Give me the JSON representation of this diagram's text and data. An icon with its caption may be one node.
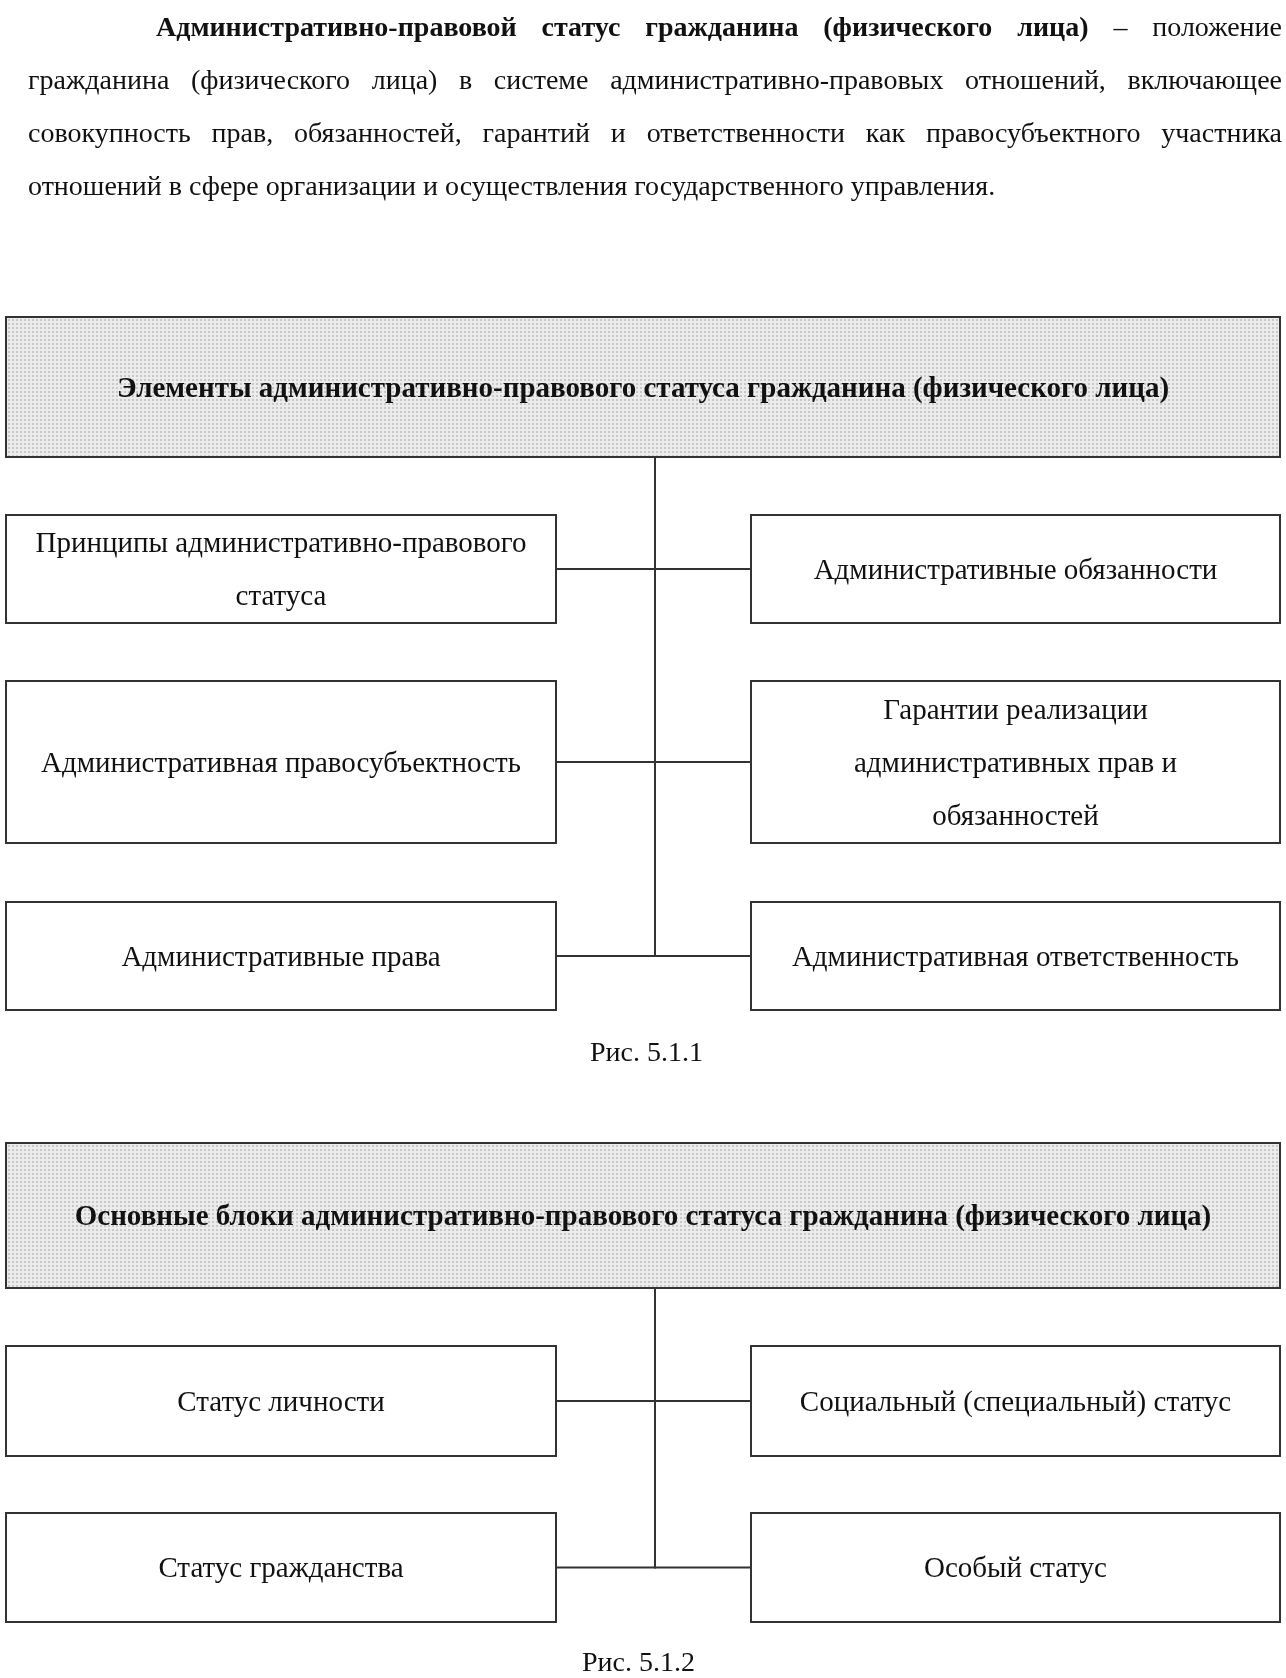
{
  "diagram": {
    "nodes": [
      {
        "text": [
          "Элементы административно-правового статуса гражданина (физического лица)"
        ]
      },
      {
        "text": [
          "Принципы административно-правового статуса"
        ]
      },
      {
        "text": [
          "Административные обязанности"
        ]
      },
      {
        "text": [
          "Административная правосубъектность"
        ]
      },
      {
        "text": [
          "Гарантии реализации административных прав и обязанностей"
        ]
      },
      {
        "text": [
          "Административные права"
        ]
      },
      {
        "text": [
          "Административная ответственность"
        ]
      },
      {
        "text": [
          "Основные блоки административно-правового статуса гражданина (физического лица)"
        ]
      },
      {
        "text": [
          "Статус личности"
        ]
      },
      {
        "text": [
          "Социальный (специальный) статус"
        ]
      },
      {
        "text": [
          "Статус гражданства"
        ]
      },
      {
        "text": [
          "Особый статус"
        ]
      }
    ],
    "edges": [
      {
        "from": 0,
        "to": 1,
        "arrow": "none"
      },
      {
        "from": 0,
        "to": 2,
        "arrow": "none"
      },
      {
        "from": 0,
        "to": 3,
        "arrow": "none"
      },
      {
        "from": 0,
        "to": 4,
        "arrow": "none"
      },
      {
        "from": 0,
        "to": 5,
        "arrow": "none"
      },
      {
        "from": 0,
        "to": 6,
        "arrow": "none"
      },
      {
        "from": 7,
        "to": 8,
        "arrow": "none"
      },
      {
        "from": 7,
        "to": 9,
        "arrow": "none"
      },
      {
        "from": 7,
        "to": 10,
        "arrow": "none"
      },
      {
        "from": 7,
        "to": 11,
        "arrow": "none"
      }
    ],
    "labels": [
      "**Административно-правовой статус гражданина (физического лица)** – положение гражданина (физического лица) в системе административно-правовых отношений, включающее совокупность прав, обязанностей, гарантий и ответственности как правосубъектного участника отношений в сфере организации и осуществления государственного управления.",
      "Рис. 5.1.1",
      "Рис. 5.1.2"
    ]
  }
}
